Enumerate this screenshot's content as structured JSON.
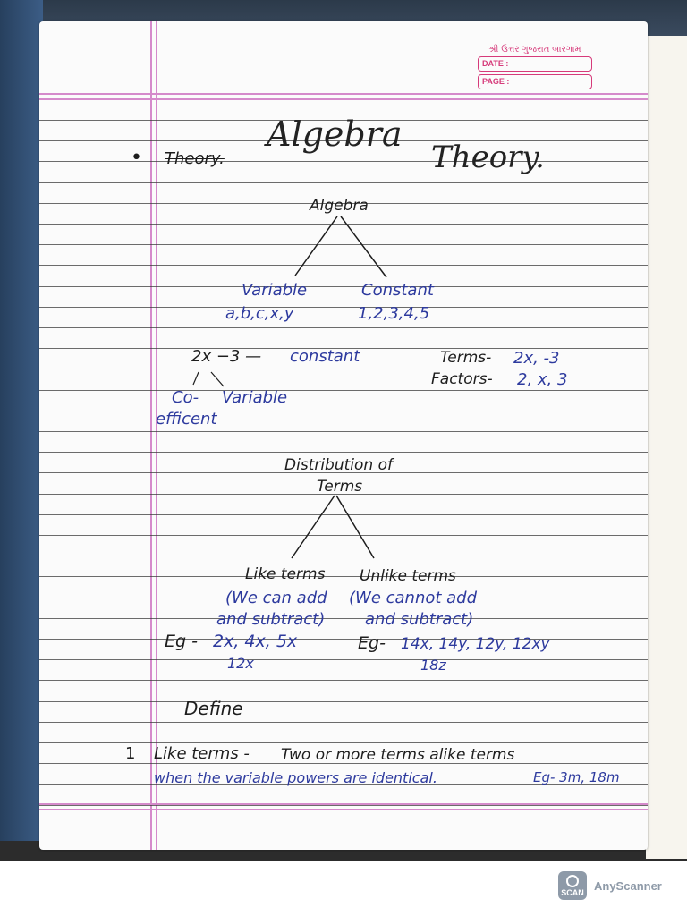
{
  "stamp": {
    "header": "શ્રી ઉત્તર ગુજરાત બારગામ",
    "date_label": "DATE :",
    "page_label": "PAGE :"
  },
  "title": {
    "word1": "Algebra",
    "word2": "Theory.",
    "struck": "Theory."
  },
  "bullet": "•",
  "tree1": {
    "root": "Algebra",
    "left": "Variable",
    "left_sub": "a,b,c,x,y",
    "right": "Constant",
    "right_sub": "1,2,3,4,5"
  },
  "expression": {
    "expr": "2x −3 —",
    "constant": "constant",
    "coefficient": "Co-",
    "coefficient_cont": "efficent",
    "variable": "Variable",
    "terms_label": "Terms-",
    "terms_value": "2x, -3",
    "factors_label": "Factors-",
    "factors_value": "2, x, 3"
  },
  "tree2": {
    "root_line1": "Distribution of",
    "root_line2": "Terms",
    "left": "Like terms",
    "right": "Unlike terms",
    "left_note1": "(We can add",
    "left_note2": "and subtract)",
    "right_note1": "(We cannot add",
    "right_note2": "and subtract)",
    "eg_label": "Eg -",
    "left_eg": "2x, 4x, 5x",
    "left_eg2": "12x",
    "right_eg_label": "Eg-",
    "right_eg": "14x, 14y, 12y, 12xy",
    "right_eg2": "18z"
  },
  "define": {
    "heading": "Define",
    "num": "1",
    "term": "Like terms -",
    "def_black": "Two or more terms alike terms",
    "def_blue": "when the variable powers are identical.",
    "def_eg": "Eg- 3m, 18m"
  },
  "footer": {
    "icon_text": "SCAN",
    "brand": "AnyScanner"
  }
}
